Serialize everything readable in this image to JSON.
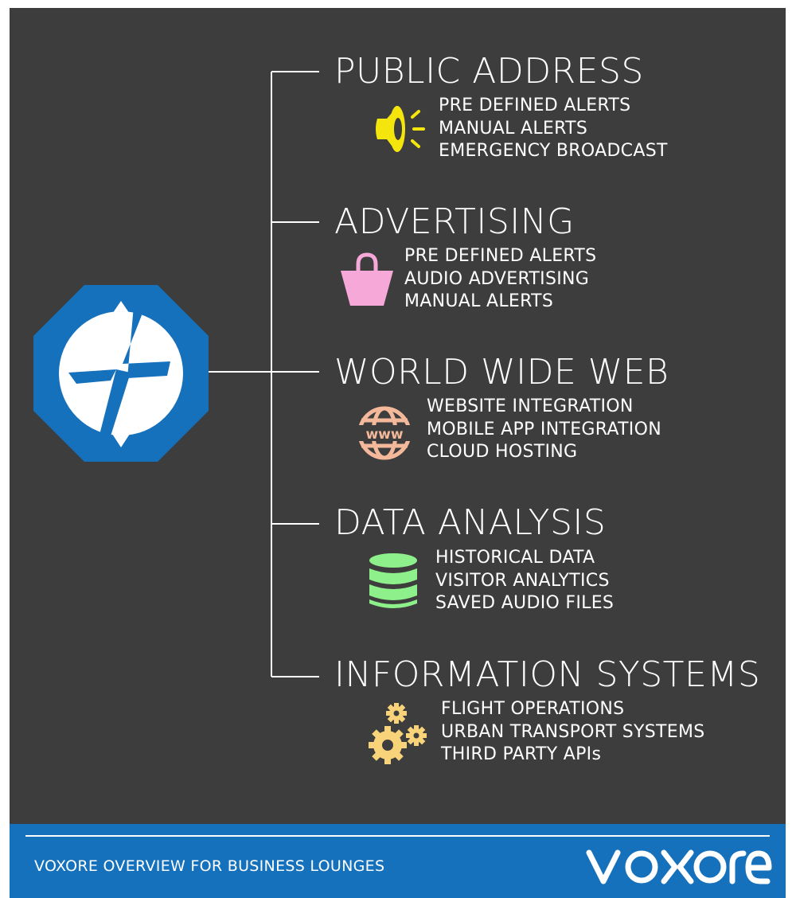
{
  "sections": [
    {
      "title": "PUBLIC ADDRESS",
      "icon": "megaphone-icon",
      "color": "#f4e60d",
      "items": [
        "PRE DEFINED ALERTS",
        "MANUAL ALERTS",
        "EMERGENCY BROADCAST"
      ]
    },
    {
      "title": "ADVERTISING",
      "icon": "shopping-bag-icon",
      "color": "#f6a9d8",
      "items": [
        "PRE DEFINED ALERTS",
        "AUDIO ADVERTISING",
        "MANUAL ALERTS"
      ]
    },
    {
      "title": "WORLD WIDE WEB",
      "icon": "www-globe-icon",
      "color": "#f4b89a",
      "items": [
        "WEBSITE INTEGRATION",
        "MOBILE APP INTEGRATION",
        "CLOUD HOSTING"
      ],
      "icon_text": "www"
    },
    {
      "title": "DATA ANALYSIS",
      "icon": "database-icon",
      "color": "#8ef08a",
      "items": [
        "HISTORICAL DATA",
        "VISITOR ANALYTICS",
        "SAVED AUDIO FILES"
      ]
    },
    {
      "title": "INFORMATION SYSTEMS",
      "icon": "gears-icon",
      "color": "#f9d37a",
      "items": [
        "FLIGHT OPERATIONS",
        "URBAN TRANSPORT SYSTEMS",
        "THIRD PARTY APIs"
      ]
    }
  ],
  "footer": {
    "caption": "VOXORE OVERVIEW FOR BUSINESS LOUNGES",
    "brand": "voxore"
  },
  "colors": {
    "panel": "#3d3d3d",
    "brand_blue": "#1671bd",
    "text": "#ffffff"
  }
}
